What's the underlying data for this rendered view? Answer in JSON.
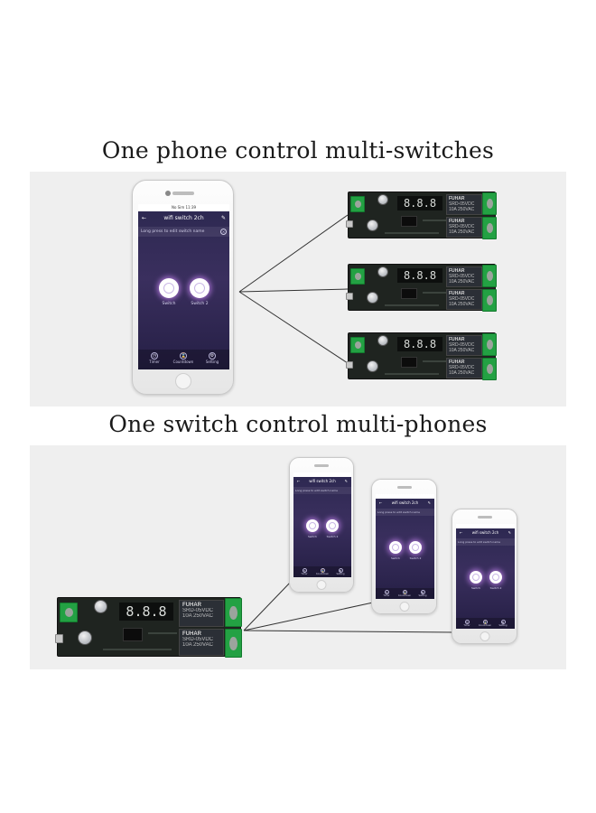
{
  "headings": {
    "top": "One phone control multi-switches",
    "bottom": "One switch control multi-phones"
  },
  "app": {
    "title": "wifi switch 2ch",
    "hint": "Long press to edit switch name",
    "switch1_label": "Switch",
    "switch2_label": "Switch 2",
    "tabs": [
      "Timer",
      "Countdown",
      "Setting"
    ]
  },
  "status": {
    "carrier": "No Sim",
    "time": "11:39"
  },
  "relay": {
    "brand": "FUHAR",
    "spec_lines": [
      "SRD-05VDC",
      "10A 250VAC"
    ]
  },
  "colors": {
    "screen": "#2c2850",
    "terminal": "#23a143",
    "board": "#1f2420",
    "panel": "#efefef"
  }
}
